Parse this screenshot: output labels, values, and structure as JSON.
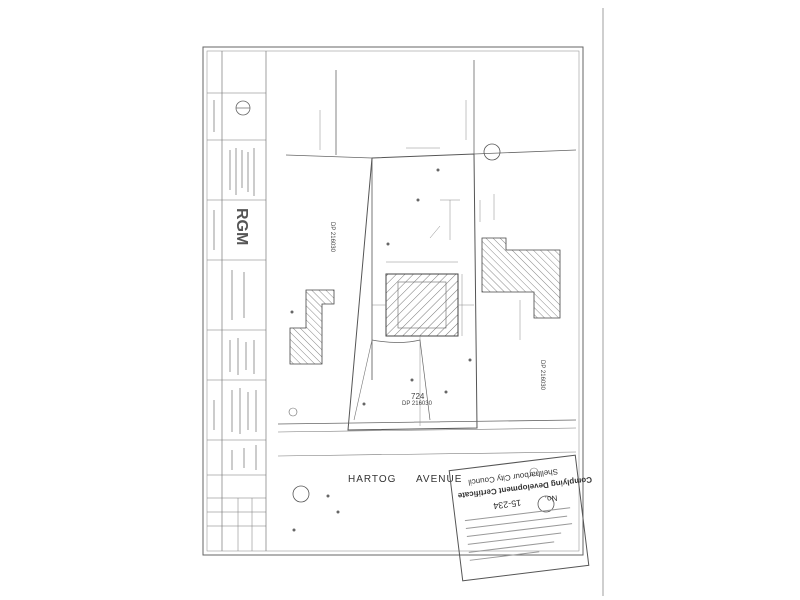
{
  "drawing": {
    "company_logo": "RGM",
    "street_name_1": "HARTOG",
    "street_name_2": "AVENUE",
    "lot_number": "724",
    "lot_plan": "DP 216030",
    "neighbour_left_plan": "DP 216030",
    "neighbour_right_plan": "DP 216030"
  },
  "stamp": {
    "authority": "Shellharbour City Council",
    "title": "Complying Development Certificate",
    "number_label": "No.",
    "number_value": "15-234"
  }
}
